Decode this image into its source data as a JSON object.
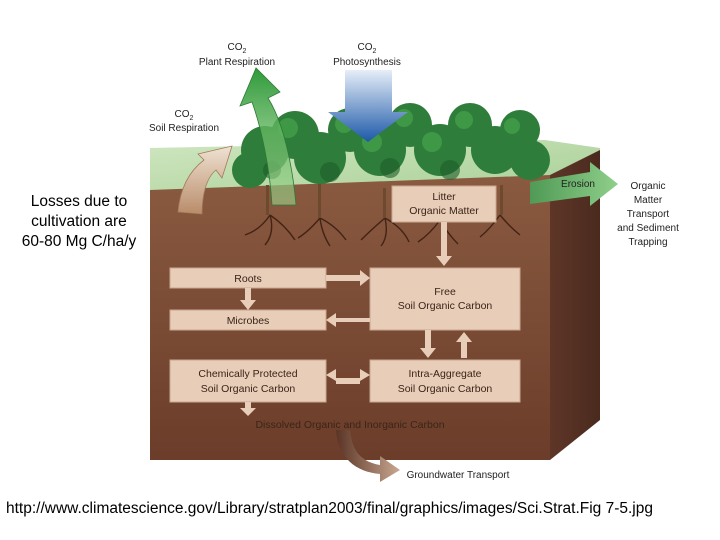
{
  "flux_labels": {
    "plant_respiration": {
      "gas": "CO",
      "sub": "2",
      "name": "Plant Respiration"
    },
    "photosynthesis": {
      "gas": "CO",
      "sub": "2",
      "name": "Photosynthesis"
    },
    "soil_respiration": {
      "gas": "CO",
      "sub": "2",
      "name": "Soil Respiration"
    },
    "erosion": "Erosion",
    "organic_matter_transport": [
      "Organic",
      "Matter",
      "Transport",
      "and Sediment",
      "Trapping"
    ],
    "groundwater_transport": "Groundwater Transport",
    "dissolved_carbon": "Dissolved Organic and Inorganic Carbon"
  },
  "pools": {
    "litter": [
      "Litter",
      "Organic Matter"
    ],
    "roots": "Roots",
    "microbes": "Microbes",
    "free_soc": [
      "Free",
      "Soil Organic Carbon"
    ],
    "chemically_protected": [
      "Chemically Protected",
      "Soil Organic Carbon"
    ],
    "intra_aggregate": [
      "Intra-Aggregate",
      "Soil Organic Carbon"
    ]
  },
  "side_note": [
    "Losses due to",
    "cultivation are",
    "60-80 Mg C/ha/y"
  ],
  "source_url": "http://www.climatescience.gov/Library/stratplan2003/final/graphics/images/Sci.Strat.Fig 7-5.jpg",
  "colors": {
    "soil_front": "#7a4a34",
    "soil_side": "#5a3426",
    "ground_top": "#b9d9a8",
    "box_fill": "#e8cdb8",
    "tree_green": "#2e7d3a"
  }
}
